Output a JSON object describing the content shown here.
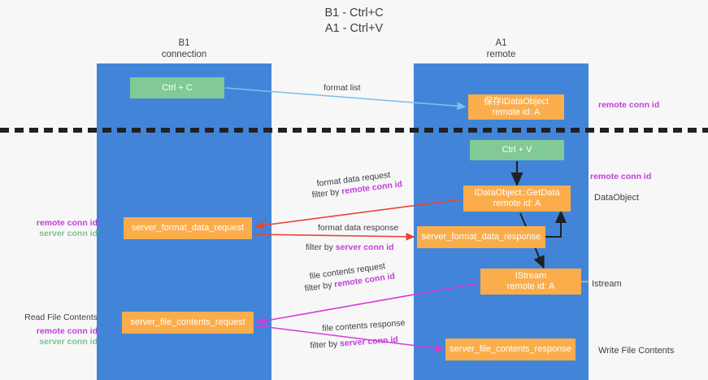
{
  "title": {
    "line1": "B1 - Ctrl+C",
    "line2": "A1 - Ctrl+V"
  },
  "lanes": [
    {
      "name": "B1",
      "subtitle": "connection",
      "color": "#4285d8"
    },
    {
      "name": "A1",
      "subtitle": "remote",
      "color": "#4285d8"
    }
  ],
  "boxes": {
    "ctrl_c": {
      "label": "Ctrl + C",
      "color": "#81c995"
    },
    "idataobject": {
      "label": "保存IDataObject",
      "sub": "remote id: A",
      "color": "#fbad4c"
    },
    "ctrl_v": {
      "label": "Ctrl + V",
      "color": "#81c995"
    },
    "getdata": {
      "label": "IDataObject::GetData",
      "sub": "remote id: A",
      "color": "#fbad4c"
    },
    "format_data_request": {
      "label": "server_format_data_request",
      "color": "#fbad4c"
    },
    "format_data_response": {
      "label": "server_format_data_response",
      "color": "#fbad4c"
    },
    "istream": {
      "label": "IStream",
      "sub": "remote id: A",
      "color": "#fbad4c"
    },
    "file_contents_request": {
      "label": "server_file_contents_request",
      "color": "#fbad4c"
    },
    "file_contents_response": {
      "label": "server_file_contents_response",
      "color": "#fbad4c"
    }
  },
  "side_labels": {
    "dataobject": "DataObject",
    "istream": "Istream",
    "write_file_contents": "Write File Contents",
    "read_file_contents": "Read File Contents"
  },
  "conn_labels": {
    "remote": "remote conn id",
    "server": "server conn id"
  },
  "edges": {
    "format_list": "format list",
    "format_data_request": "format data request",
    "format_data_request_filter_prefix": "filter by ",
    "format_data_request_filter_key": "remote conn id",
    "format_data_response": "format data response",
    "format_data_response_filter_prefix": "filter by ",
    "format_data_response_filter_key": "server conn id",
    "file_contents_request": "file contents request",
    "file_contents_request_filter_prefix": "filter by ",
    "file_contents_request_filter_key": "remote conn id",
    "file_contents_response": "file contents response",
    "file_contents_response_filter_prefix": "filter by ",
    "file_contents_response_filter_key": "server conn id"
  },
  "colors": {
    "lane": "#4285d8",
    "green_box": "#81c995",
    "orange_box": "#fbad4c",
    "remote_conn": "#c13fd6",
    "server_conn": "#7cc08c",
    "arrow_blue": "#7ec0ee",
    "arrow_red": "#ea4335",
    "arrow_magenta": "#d63ad6",
    "arrow_black": "#202124",
    "divider": "#202124",
    "background": "#f7f7f8"
  }
}
